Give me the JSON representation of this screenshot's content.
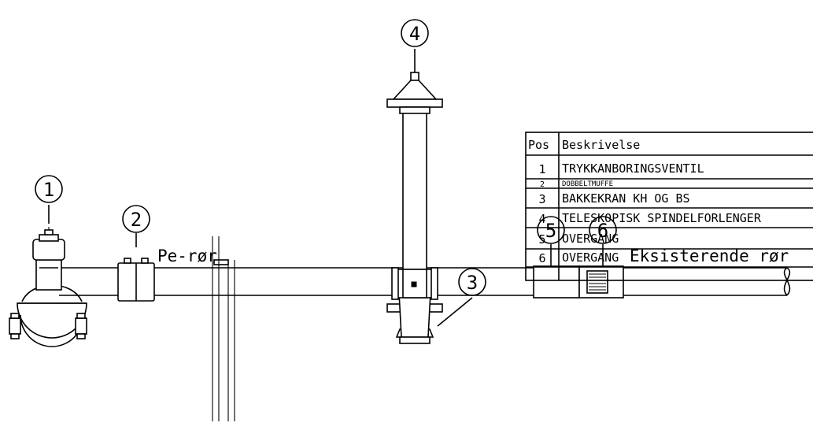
{
  "callouts": [
    "1",
    "2",
    "3",
    "4",
    "5",
    "6"
  ],
  "labels": {
    "pe_pipe": "Pe-rør",
    "existing_pipe": "Eksisterende rør"
  },
  "table": {
    "headers": [
      "Pos",
      "Beskrivelse"
    ],
    "rows": [
      {
        "pos": "1",
        "desc": "TRYKKANBORINGSVENTIL"
      },
      {
        "pos": "2",
        "desc": "DOBBELTMUFFE"
      },
      {
        "pos": "3",
        "desc": "BAKKEKRAN KH OG BS"
      },
      {
        "pos": "4",
        "desc": "TELESKOPISK SPINDELFORLENGER"
      },
      {
        "pos": "5",
        "desc": "OVERGANG"
      },
      {
        "pos": "6",
        "desc": "OVERGANG"
      }
    ]
  }
}
